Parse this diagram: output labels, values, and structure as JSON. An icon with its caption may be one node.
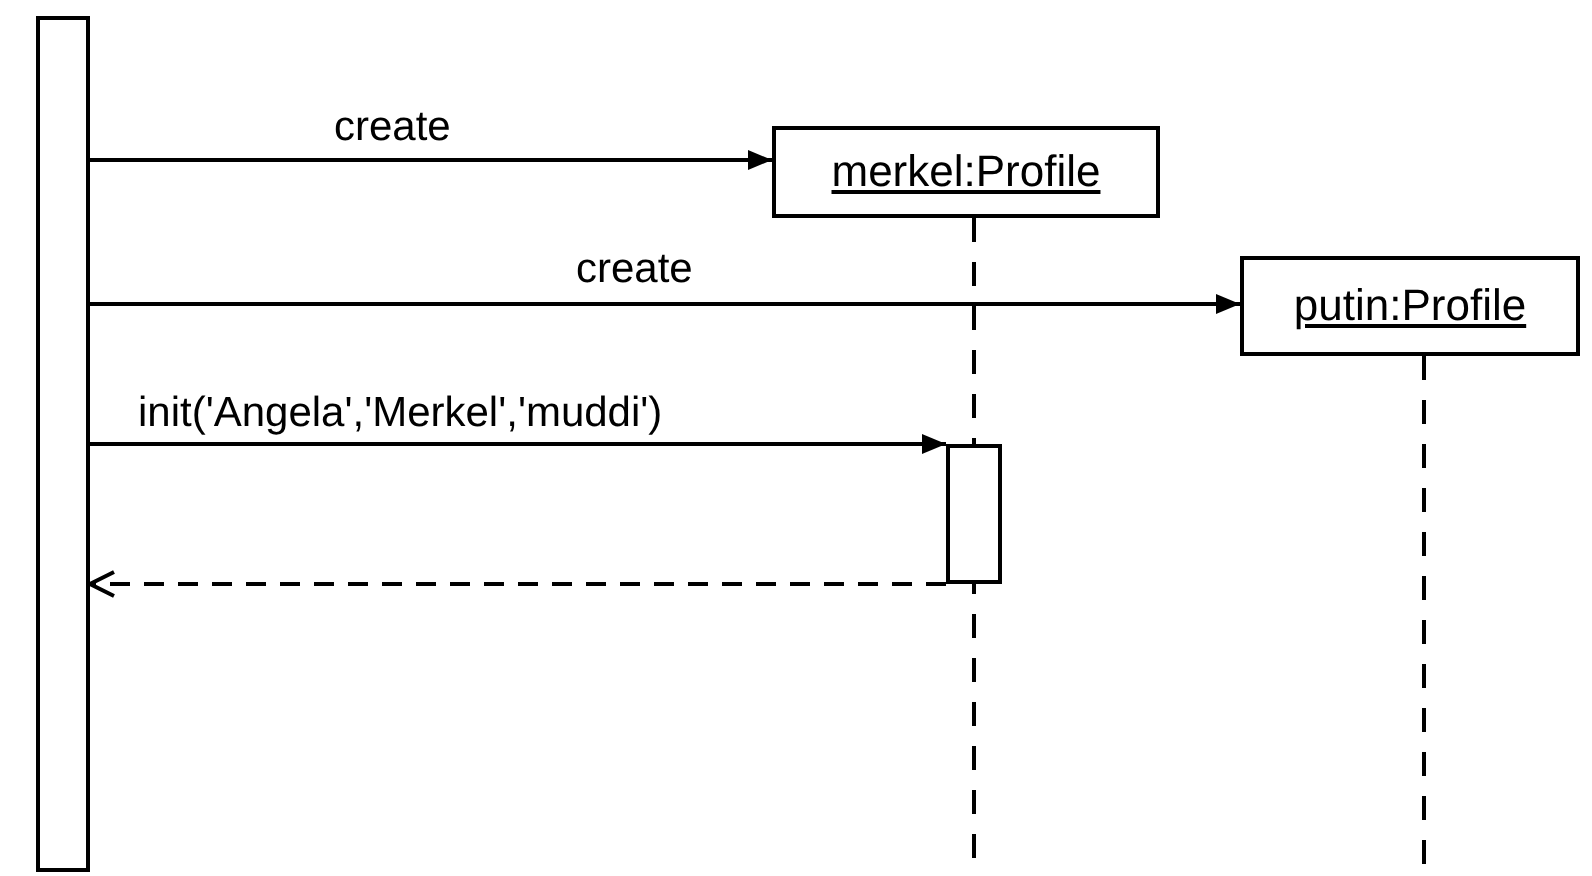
{
  "diagram": {
    "nodes": [
      {
        "text": [],
        "shape": "bar"
      },
      {
        "text": [
          "merkel:Profile"
        ]
      },
      {
        "text": [
          "putin:Profile"
        ]
      },
      {
        "text": [],
        "shape": "bar"
      }
    ],
    "edges": [
      {
        "from": 0,
        "to": 1,
        "arrow": "to",
        "label": "create"
      },
      {
        "from": 0,
        "to": 2,
        "arrow": "to",
        "label": "create"
      },
      {
        "from": 0,
        "to": 3,
        "arrow": "to",
        "label": "init('Angela','Merkel','muddi')"
      },
      {
        "from": 3,
        "to": 0,
        "arrow": "to",
        "style": "dashed"
      }
    ]
  }
}
